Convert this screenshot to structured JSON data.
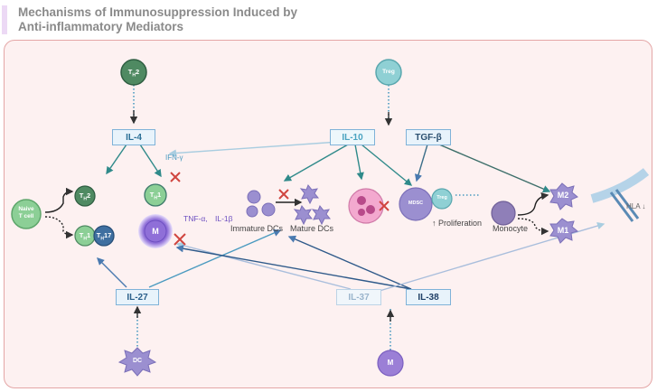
{
  "title": {
    "line1": "Mechanisms of Immunosuppression Induced by",
    "line2": "Anti-inflammatory Mediators"
  },
  "cells": {
    "th2_top": {
      "main": "T",
      "sub": "H",
      "suffix": "2"
    },
    "treg_top": "Treg",
    "naive": "Naive\nT cell",
    "th2": {
      "main": "T",
      "sub": "H",
      "suffix": "2"
    },
    "th1": {
      "main": "T",
      "sub": "H",
      "suffix": "1"
    },
    "th17": {
      "main": "T",
      "sub": "H",
      "suffix": "17"
    },
    "th1_mid": {
      "main": "T",
      "sub": "H",
      "suffix": "1"
    },
    "macrophage": "M",
    "mdsc": "MDSC",
    "treg_prolif": "Treg",
    "m2": "M2",
    "m1": "M1",
    "dc": "DC",
    "macrophage_bottom": "M"
  },
  "mediators": {
    "il4": "IL-4",
    "il10": "IL-10",
    "tgfb": "TGF-β",
    "il27": "IL-27",
    "il37": "IL-37",
    "il38": "IL-38"
  },
  "labels": {
    "ifng": "IFN-γ",
    "tnfa": "TNF-α,",
    "il1b": "IL-1β",
    "immature_dcs": "Immature DCs",
    "mature_dcs": "Mature DCs",
    "proliferation": "↑ Proliferation",
    "monocyte": "Monocyte",
    "hla": "HLA ↓"
  },
  "colors": {
    "th2_cell": "#4f8a62",
    "treg_cell": "#8fd0d4",
    "naive_cell": "#8ccf96",
    "th_cell_dark": "#3d7a6a",
    "th17_cell": "#3f6fa0",
    "macrophage": "#9b7fd6",
    "dc_cell": "#9b8fd0",
    "neutrophil": "#e27ab5",
    "monocyte": "#8f7fb8",
    "arrow_teal": "#2f8a8a",
    "arrow_blue": "#4a7ab0",
    "cross_red": "#d0453f",
    "panel_border": "#e4a6a6",
    "panel_fill": "#fdf1f1"
  }
}
